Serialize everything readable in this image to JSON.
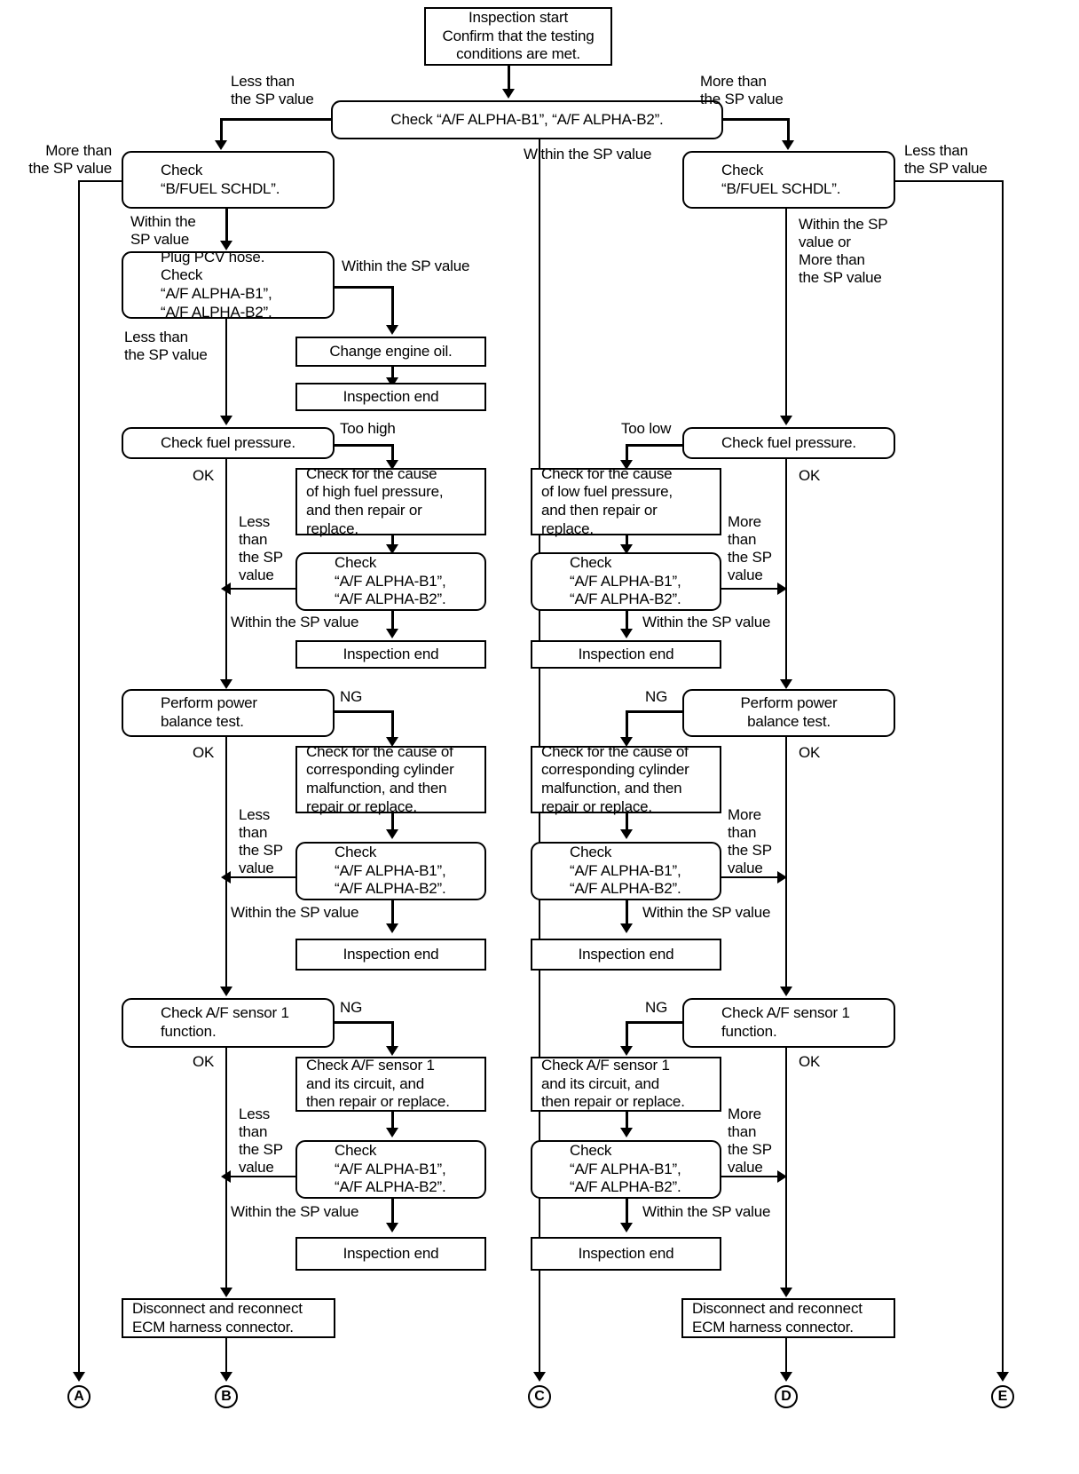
{
  "diagram": {
    "title": "A/F ALPHA trouble diagnosis flow chart",
    "labels": {
      "less_than_sp": "Less than\nthe SP value",
      "more_than_sp": "More than\nthe SP value",
      "within_sp": "Within the\nSP value",
      "within_sp_1line": "Within the SP value",
      "within_or_more": "Within the SP\nvalue or\nMore than\nthe SP value",
      "less_than_sp_narrow": "Less\nthan\nthe SP\nvalue",
      "more_than_sp_narrow": "More\nthan\nthe SP\nvalue",
      "ok": "OK",
      "ng": "NG",
      "too_high": "Too high",
      "too_low": "Too low"
    },
    "nodes": {
      "start": "Inspection start\nConfirm that the testing\nconditions are met.",
      "check_alpha_top": "Check “A/F ALPHA-B1”, “A/F ALPHA-B2”.",
      "check_bfuel_left": "Check\n“B/FUEL SCHDL”.",
      "check_bfuel_right": "Check\n“B/FUEL SCHDL”.",
      "plug_pcv": "Plug PCV hose.\nCheck\n“A/F ALPHA-B1”,\n“A/F ALPHA-B2”.",
      "change_oil": "Change engine oil.",
      "check_fuel_pressure_left": "Check fuel pressure.",
      "check_fuel_pressure_right": "Check fuel pressure.",
      "cause_high_fp": "Check for the cause\nof high fuel pressure,\nand then repair or\nreplace.",
      "cause_low_fp": "Check for the cause\nof low fuel pressure,\nand then repair or\nreplace.",
      "check_alpha": "Check\n“A/F ALPHA-B1”,\n“A/F ALPHA-B2”.",
      "inspection_end": "Inspection end",
      "power_balance_left": "Perform power\nbalance test.",
      "power_balance_right": "Perform power\nbalance test.",
      "cause_cylinder": "Check for the cause of\ncorresponding cylinder\nmalfunction, and then\nrepair or replace.",
      "af_sensor_func_left": "Check A/F sensor 1\nfunction.",
      "af_sensor_func_right": "Check A/F sensor 1\nfunction.",
      "af_sensor_circuit": "Check A/F sensor 1\nand its circuit, and\nthen repair or replace.",
      "ecm_harness": "Disconnect and reconnect\nECM harness connector."
    },
    "connectors": [
      {
        "id": "A",
        "letter": "A"
      },
      {
        "id": "B",
        "letter": "B"
      },
      {
        "id": "C",
        "letter": "C"
      },
      {
        "id": "D",
        "letter": "D"
      },
      {
        "id": "E",
        "letter": "E"
      }
    ]
  }
}
